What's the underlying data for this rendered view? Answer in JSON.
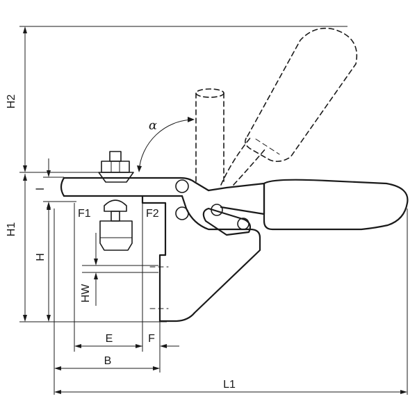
{
  "labels": {
    "h2": "H2",
    "h1": "H1",
    "h": "H",
    "l": "l",
    "hw": "HW",
    "f1": "F1",
    "f2": "F2",
    "e": "E",
    "f": "F",
    "b": "B",
    "l1": "L1",
    "alpha": "α"
  }
}
